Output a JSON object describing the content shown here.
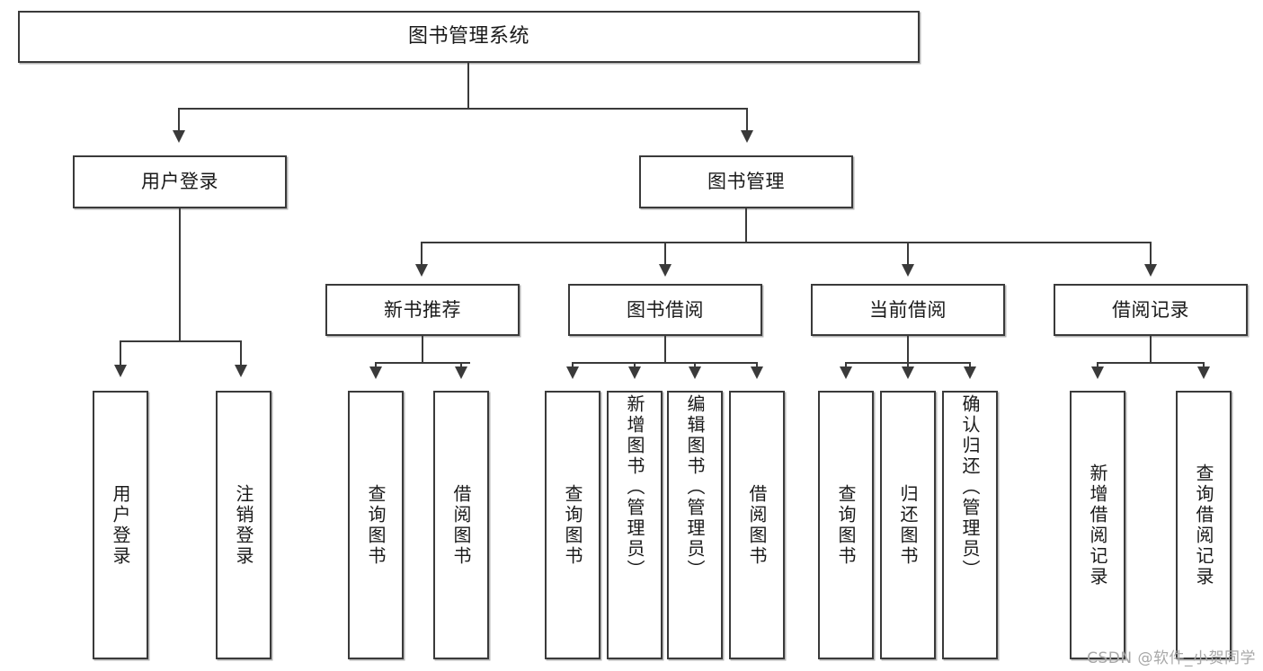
{
  "diagram": {
    "title": "图书管理系统",
    "watermark": "CSDN @软件_小贺同学",
    "root": {
      "label": "图书管理系统"
    },
    "level2": [
      {
        "label": "用户登录"
      },
      {
        "label": "图书管理"
      }
    ],
    "level3": [
      {
        "label": "新书推荐"
      },
      {
        "label": "图书借阅"
      },
      {
        "label": "当前借阅"
      },
      {
        "label": "借阅记录"
      }
    ],
    "leaves": [
      {
        "label": "用户登录",
        "parent": "用户登录"
      },
      {
        "label": "注销登录",
        "parent": "用户登录"
      },
      {
        "label": "查询图书",
        "parent": "新书推荐"
      },
      {
        "label": "借阅图书",
        "parent": "新书推荐"
      },
      {
        "label": "查询图书",
        "parent": "图书借阅"
      },
      {
        "label": "新增图书（管理员）",
        "parent": "图书借阅"
      },
      {
        "label": "编辑图书（管理员）",
        "parent": "图书借阅"
      },
      {
        "label": "借阅图书",
        "parent": "图书借阅"
      },
      {
        "label": "查询图书",
        "parent": "当前借阅"
      },
      {
        "label": "归还图书",
        "parent": "当前借阅"
      },
      {
        "label": "确认归还（管理员）",
        "parent": "当前借阅"
      },
      {
        "label": "新增借阅记录",
        "parent": "借阅记录"
      },
      {
        "label": "查询借阅记录",
        "parent": "借阅记录"
      }
    ],
    "colors": {
      "stroke": "#3a3a3a",
      "background": "#ffffff",
      "text": "#1a1a1a",
      "watermark": "#a8a8a8"
    }
  }
}
